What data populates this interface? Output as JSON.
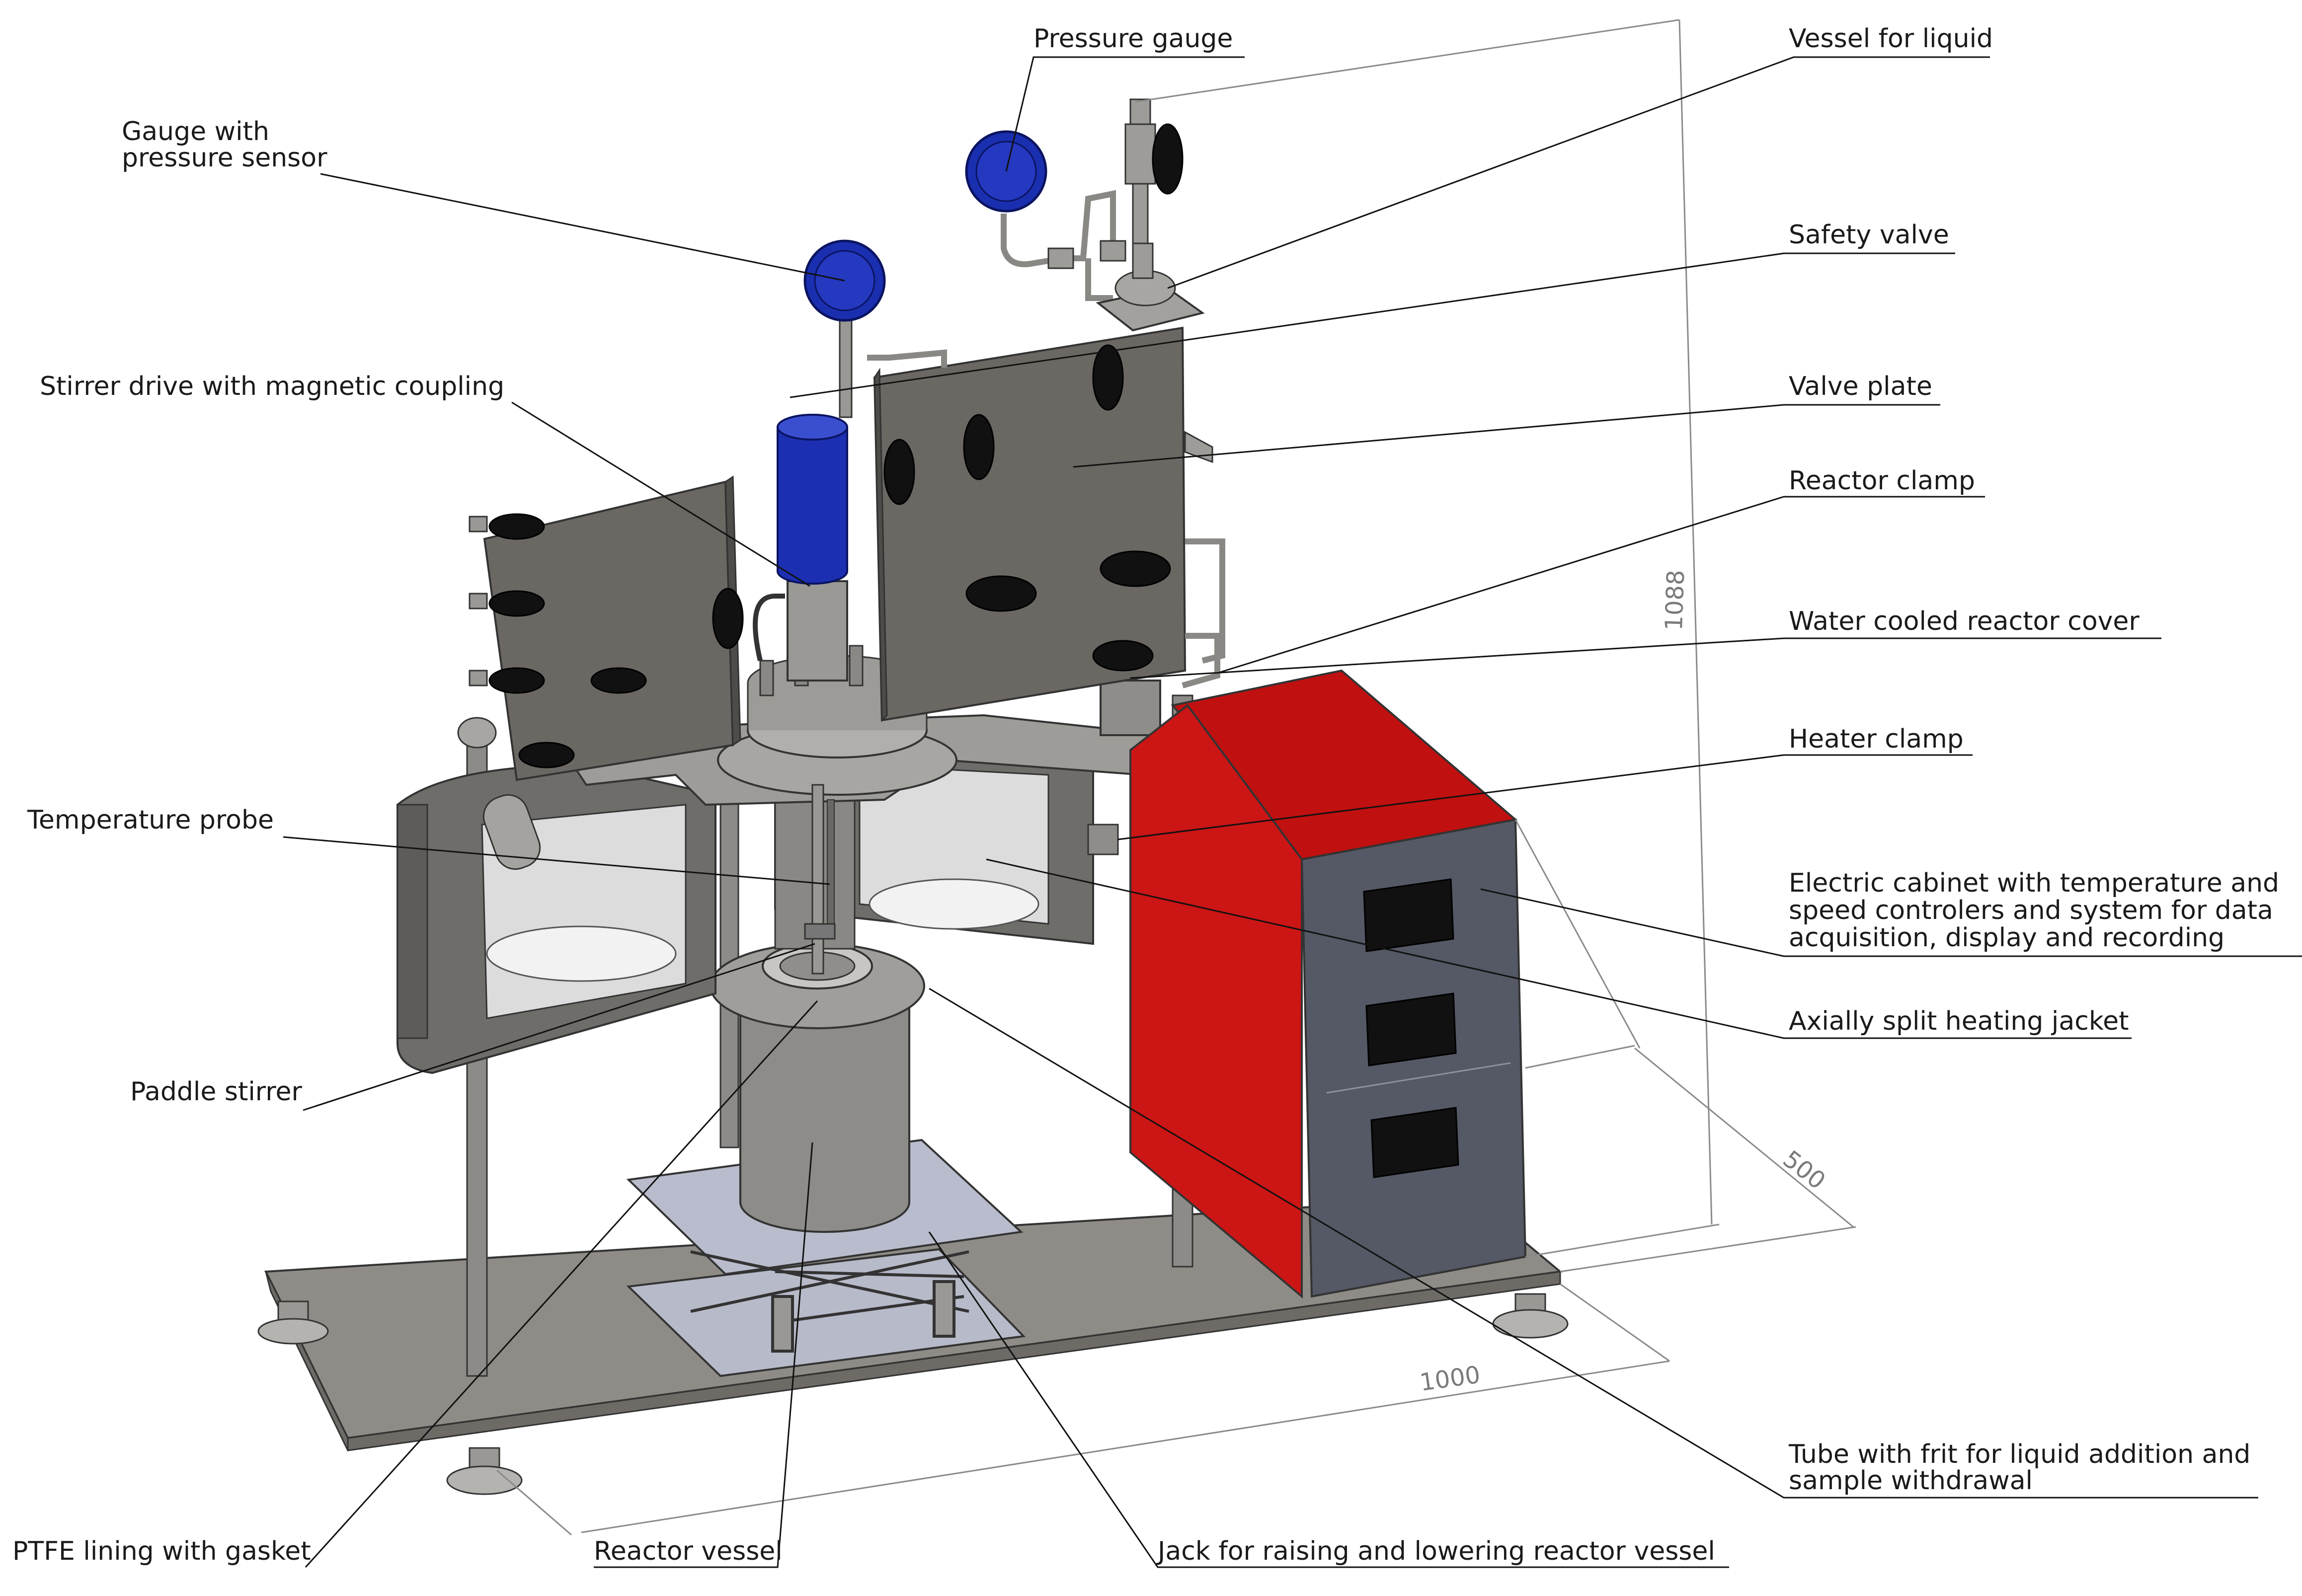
{
  "colors": {
    "steel": "#8c8a86",
    "steel_dark": "#5e5c58",
    "plate": "#6b6864",
    "cabinet_red": "#c81818",
    "cabinet_front": "#5a5c66",
    "gauge_blue": "#1a2fb0",
    "base": "#8f8c87",
    "leader": "#111111",
    "dimension": "#8a8a8a"
  },
  "labels": {
    "pressure_gauge": "Pressure gauge",
    "vessel_for_liquid": "Vessel for liquid",
    "gauge_sensor_line1": "Gauge with",
    "gauge_sensor_line2": "pressure sensor",
    "safety_valve": "Safety valve",
    "stirrer_drive": "Stirrer drive with magnetic coupling",
    "valve_plate": "Valve plate",
    "reactor_clamp": "Reactor clamp",
    "water_cooled_cover": "Water cooled reactor cover",
    "heater_clamp": "Heater clamp",
    "temperature_probe": "Temperature probe",
    "electric_cabinet_line1": "Electric cabinet with temperature and",
    "electric_cabinet_line2": "speed controlers and system for data",
    "electric_cabinet_line3": "acquisition, display and recording",
    "heating_jacket": "Axially split heating jacket",
    "paddle_stirrer": "Paddle stirrer",
    "tube_frit_line1": "Tube with frit for liquid addition and",
    "tube_frit_line2": "sample withdrawal",
    "ptfe_lining": "PTFE lining with gasket",
    "reactor_vessel": "Reactor vessel",
    "jack": "Jack for raising and lowering reactor vessel"
  },
  "dimensions": {
    "height": "1088",
    "depth": "500",
    "width": "1000"
  }
}
